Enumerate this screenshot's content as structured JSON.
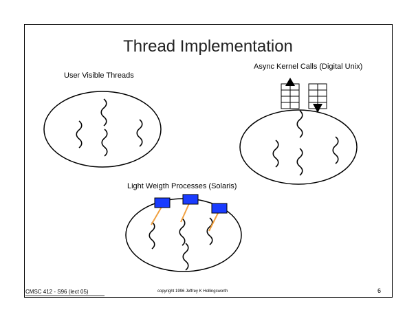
{
  "slide": {
    "title": "Thread Implementation",
    "labels": {
      "user_visible": "User Visible Threads",
      "async_kernel": "Async Kernel Calls (Digital Unix)",
      "lwp": "Light Weigth Processes (Solaris)"
    },
    "footer": {
      "course": "CMSC 412 - S96 (lect 05)",
      "copyright": "copyright 1996 Jeffrey K Hollingsworth",
      "page": "6"
    }
  },
  "colors": {
    "lwp_box": "#1a3cff",
    "lwp_link": "#f0a040",
    "ink": "#000000"
  }
}
